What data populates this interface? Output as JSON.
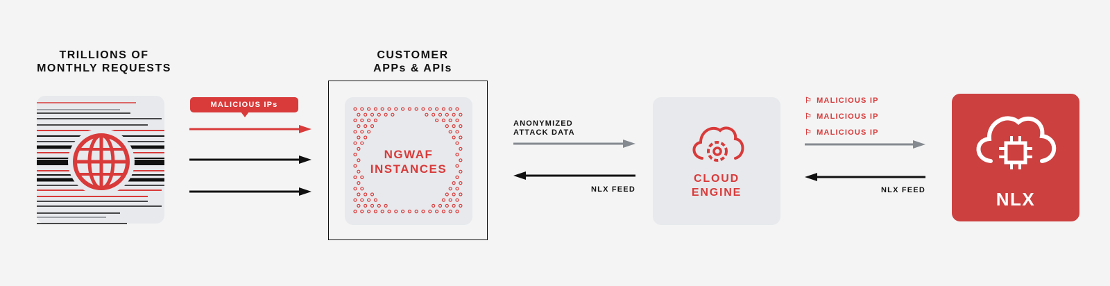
{
  "colors": {
    "accent": "#d93a3a",
    "tile": "#e7e9ec",
    "nlx_tile": "#cc4040",
    "gray_arrow": "#858a90",
    "black": "#111111"
  },
  "requests": {
    "title_line1": "TRILLIONS OF",
    "title_line2": "MONTHLY REQUESTS",
    "icon": "globe-icon"
  },
  "malicious_badge": {
    "label": "MALICIOUS IPs"
  },
  "customer": {
    "title_line1": "CUSTOMER",
    "title_line2": "APPs & APIs",
    "instances_line1": "NGWAF",
    "instances_line2": "INSTANCES"
  },
  "flow_left": {
    "upper_label_line1": "ANONYMIZED",
    "upper_label_line2": "ATTACK DATA",
    "lower_label": "NLX FEED"
  },
  "cloud_engine": {
    "line1": "CLOUD",
    "line2": "ENGINE",
    "icon": "cloud-gear-icon"
  },
  "flow_right": {
    "flags": [
      "MALICIOUS IP",
      "MALICIOUS IP",
      "MALICIOUS IP"
    ],
    "flag_icon": "flag-icon",
    "lower_label": "NLX FEED"
  },
  "nlx": {
    "label": "NLX",
    "icon": "cloud-chip-icon"
  }
}
